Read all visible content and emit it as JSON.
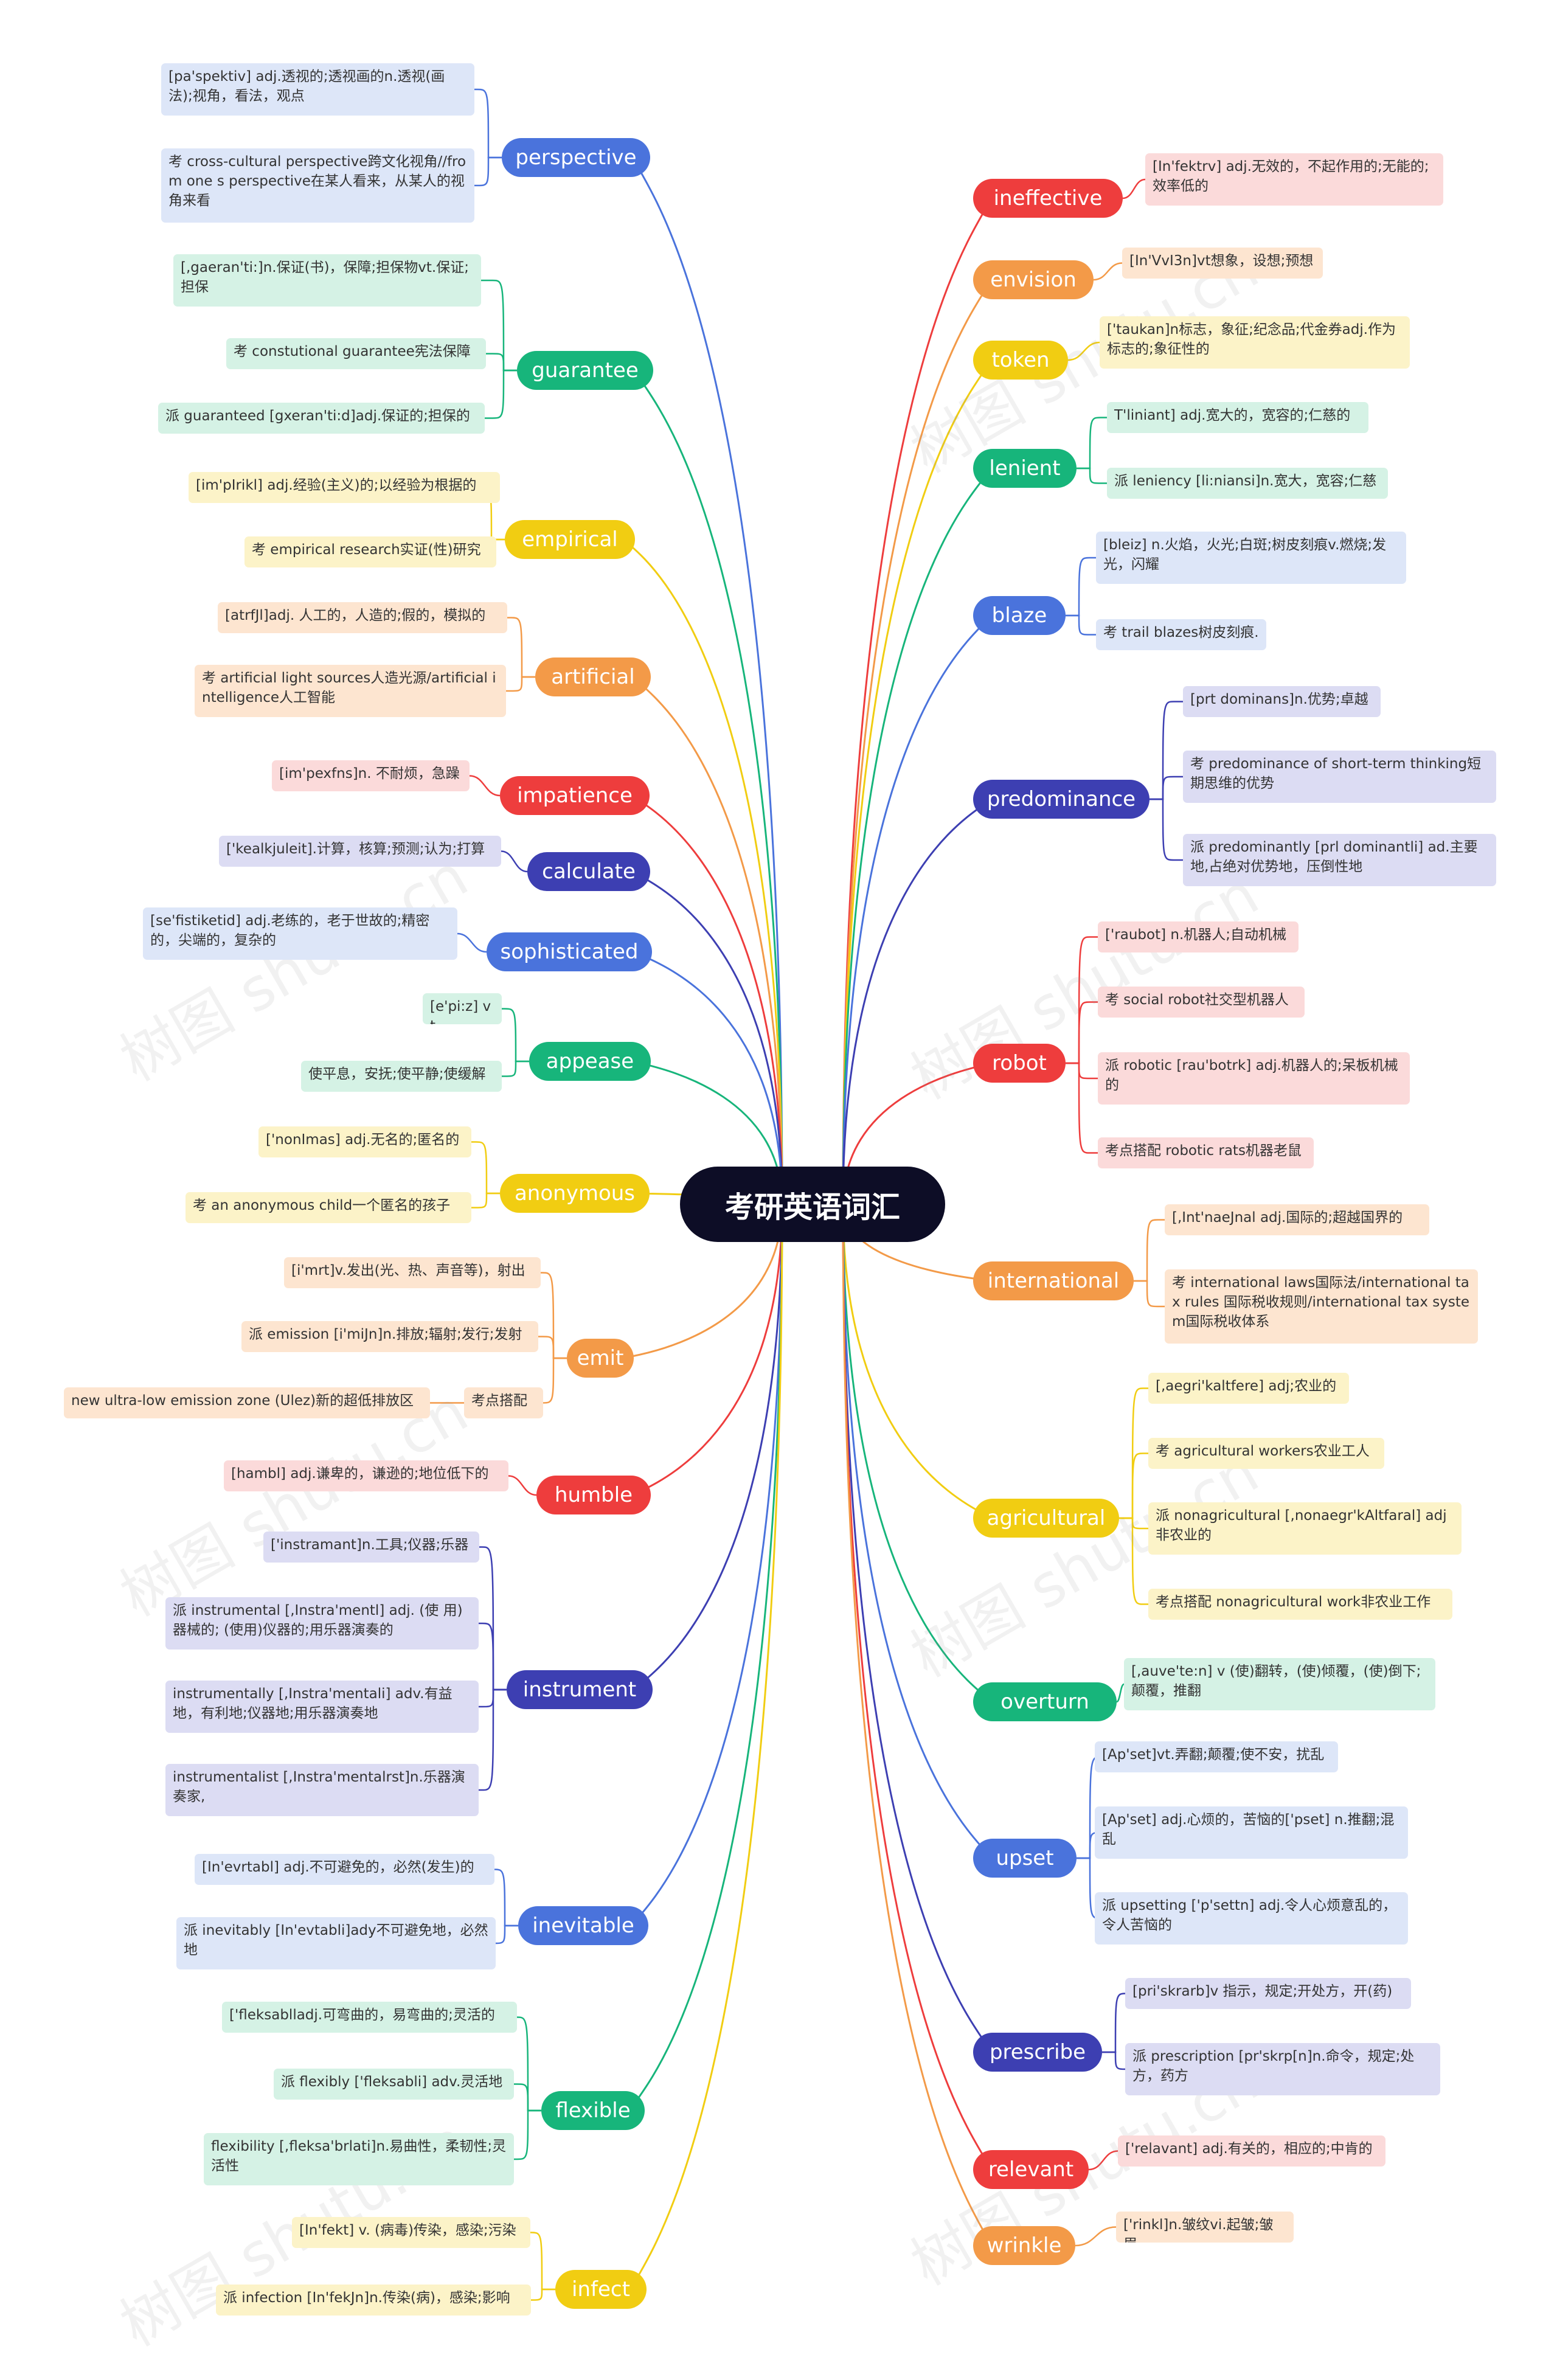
{
  "title": "考研英语词汇",
  "watermark": "树图 shutu.cn",
  "colors": {
    "root": "#0d0d26",
    "palette": {
      "blue": {
        "main": "#4a73dc",
        "light": "#dde6f8"
      },
      "green": {
        "main": "#17b57b",
        "light": "#d5f2e5"
      },
      "yellow": {
        "main": "#f1cd12",
        "light": "#fcf3c8"
      },
      "orange": {
        "main": "#f39a48",
        "light": "#fde5d0"
      },
      "red": {
        "main": "#ee3d3d",
        "light": "#fbdada"
      },
      "indigo": {
        "main": "#3d3fb2",
        "light": "#dcdcf3"
      }
    }
  },
  "left": [
    {
      "word": "perspective",
      "color": "blue",
      "notes": [
        "[pa'spektiv] adj.透视的;透视画的n.透视(画法);视角，看法，观点",
        "考 cross-cultural perspective跨文化视角//from one s perspective在某人看来，从某人的视角来看"
      ]
    },
    {
      "word": "guarantee",
      "color": "green",
      "notes": [
        "[,gaeran'ti:]n.保证(书)，保障;担保物vt.保证;担保",
        "考 constutional guarantee宪法保障",
        "派 guaranteed [gxeran'ti:d]adj.保证的;担保的"
      ]
    },
    {
      "word": "empirical",
      "color": "yellow",
      "notes": [
        "[im'pIrikl] adj.经验(主义)的;以经验为根据的",
        "考 empirical research实证(性)研究"
      ]
    },
    {
      "word": "artificial",
      "color": "orange",
      "notes": [
        "[atrfJl]adj. 人工的，人造的;假的，模拟的",
        "考 artificial light sources人造光源/artificial intelligence人工智能"
      ]
    },
    {
      "word": "impatience",
      "color": "red",
      "notes": [
        "[im'pexfns]n. 不耐烦，急躁"
      ]
    },
    {
      "word": "calculate",
      "color": "indigo",
      "notes": [
        "['kealkjuleit].计算，核算;预测;认为;打算"
      ]
    },
    {
      "word": "sophisticated",
      "color": "blue",
      "notes": [
        "[se'fistiketid] adj.老练的，老于世故的;精密的，尖端的，复杂的"
      ]
    },
    {
      "word": "appease",
      "color": "green",
      "notes": [
        "[e'pi:z] vt",
        "使平息，安抚;使平静;使缓解"
      ]
    },
    {
      "word": "anonymous",
      "color": "yellow",
      "notes": [
        "['nonImas] adj.无名的;匿名的",
        "考 an anonymous child一个匿名的孩子"
      ]
    },
    {
      "word": "emit",
      "color": "orange",
      "notes": [
        "[i'mrt]v.发出(光、热、声音等)，射出",
        "派 emission [i'miJn]n.排放;辐射;发行;发射",
        "考点搭配"
      ],
      "sub": "new ultra-low emission zone (Ulez)新的超低排放区"
    },
    {
      "word": "humble",
      "color": "red",
      "notes": [
        "[hambl] adj.谦卑的，谦逊的;地位低下的"
      ]
    },
    {
      "word": "instrument",
      "color": "indigo",
      "notes": [
        "['instramant]n.工具;仪器;乐器",
        "派 instrumental [,Instra'mentl] adj. (使 用)器械的; (使用)仪器的;用乐器演奏的",
        "instrumentally [,Instra'mentali] adv.有益地，有利地;仪器地;用乐器演奏地",
        "instrumentalist [,Instra'mentalrst]n.乐器演奏家,"
      ]
    },
    {
      "word": "inevitable",
      "color": "blue",
      "notes": [
        "[In'evrtabl] adj.不可避免的，必然(发生)的",
        "派 inevitably [In'evtabli]ady不可避免地，必然地"
      ]
    },
    {
      "word": "flexible",
      "color": "green",
      "notes": [
        "['fleksablladj.可弯曲的，易弯曲的;灵活的",
        "派 flexibly ['fleksabli] adv.灵活地",
        "flexibility [,fleksa'brlati]n.易曲性，柔韧性;灵活性"
      ]
    },
    {
      "word": "infect",
      "color": "yellow",
      "notes": [
        "[In'fekt] v. (病毒)传染，感染;污染",
        "派 infection [In'fekJn]n.传染(病)，感染;影响"
      ]
    }
  ],
  "right": [
    {
      "word": "ineffective",
      "color": "red",
      "notes": [
        "[In'fektrv] adj.无效的，不起作用的;无能的;效率低的"
      ]
    },
    {
      "word": "envision",
      "color": "orange",
      "notes": [
        "[In'VvI3n]vt想象，设想;预想"
      ]
    },
    {
      "word": "token",
      "color": "yellow",
      "notes": [
        "['taukan]n标志，象征;纪念品;代金券adj.作为标志的;象征性的"
      ]
    },
    {
      "word": "lenient",
      "color": "green",
      "notes": [
        "T'liniant] adj.宽大的，宽容的;仁慈的",
        "派 leniency [li:niansi]n.宽大，宽容;仁慈"
      ]
    },
    {
      "word": "blaze",
      "color": "blue",
      "notes": [
        "[bleiz] n.火焰，火光;白斑;树皮刻痕v.燃烧;发光，闪耀",
        "考 trail blazes树皮刻痕."
      ]
    },
    {
      "word": "predominance",
      "color": "indigo",
      "notes": [
        "[prt dominans]n.优势;卓越",
        "考 predominance of short-term thinking短期思维的优势",
        "派 predominantly [prl dominantli] ad.主要地,占绝对优势地，压倒性地"
      ]
    },
    {
      "word": "robot",
      "color": "red",
      "notes": [
        "['raubot] n.机器人;自动机械",
        "考 social robot社交型机器人",
        "派 robotic [rau'botrk] adj.机器人的;呆板机械的",
        "考点搭配 robotic rats机器老鼠"
      ]
    },
    {
      "word": "international",
      "color": "orange",
      "notes": [
        "[,Int'naeJnal adj.国际的;超越国界的",
        "考 international laws国际法/international tax rules 国际税收规则/international tax system国际税收体系"
      ]
    },
    {
      "word": "agricultural",
      "color": "yellow",
      "notes": [
        "[,aegri'kaltfere] adj;农业的",
        "考 agricultural workers农业工人",
        "派 nonagricultural [,nonaegr'kAltfaral] adj非农业的",
        "考点搭配 nonagricultural work非农业工作"
      ]
    },
    {
      "word": "overturn",
      "color": "green",
      "notes": [
        "[,auve'te:n] v (使)翻转，(使)倾覆，(使)倒下;颠覆，推翻"
      ]
    },
    {
      "word": "upset",
      "color": "blue",
      "notes": [
        "[Ap'set]vt.弄翻;颠覆;使不安，扰乱",
        "[Ap'set] adj.心烦的，苦恼的['pset] n.推翻;混乱",
        "派 upsetting ['p'settn] adj.令人心烦意乱的，令人苦恼的"
      ]
    },
    {
      "word": "prescribe",
      "color": "indigo",
      "notes": [
        "[pri'skrarb]v 指示，规定;开处方，开(药)",
        "派 prescription [pr'skrp[n]n.命令，规定;处方，药方"
      ]
    },
    {
      "word": "relevant",
      "color": "red",
      "notes": [
        "['relavant] adj.有关的，相应的;中肯的"
      ]
    },
    {
      "word": "wrinkle",
      "color": "orange",
      "notes": [
        "['rinkl]n.皱纹vi.起皱;皱眉"
      ]
    }
  ]
}
